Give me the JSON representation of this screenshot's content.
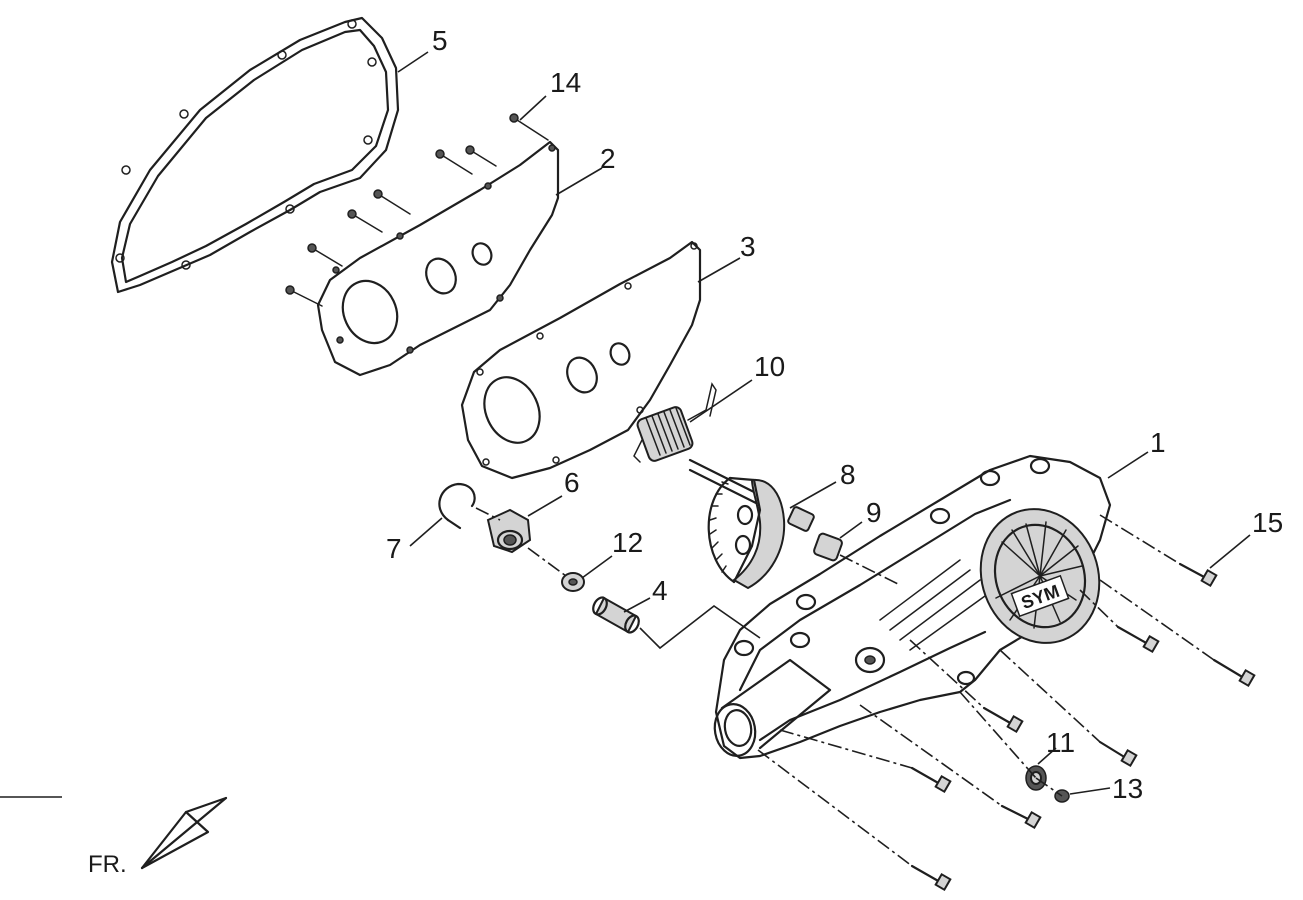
{
  "callouts": [
    {
      "id": "c1",
      "text": "1"
    },
    {
      "id": "c2",
      "text": "2"
    },
    {
      "id": "c3",
      "text": "3"
    },
    {
      "id": "c4",
      "text": "4"
    },
    {
      "id": "c5",
      "text": "5"
    },
    {
      "id": "c6",
      "text": "6"
    },
    {
      "id": "c7",
      "text": "7"
    },
    {
      "id": "c8",
      "text": "8"
    },
    {
      "id": "c9",
      "text": "9"
    },
    {
      "id": "c10",
      "text": "10"
    },
    {
      "id": "c11",
      "text": "11"
    },
    {
      "id": "c12",
      "text": "12"
    },
    {
      "id": "c13",
      "text": "13"
    },
    {
      "id": "c14",
      "text": "14"
    },
    {
      "id": "c15",
      "text": "15"
    }
  ],
  "direction": {
    "text": "FR."
  },
  "logo": {
    "text": "SYM"
  },
  "colors": {
    "line": "#1f1f1f",
    "fill": "#d4d4d4",
    "background": "#ffffff"
  }
}
